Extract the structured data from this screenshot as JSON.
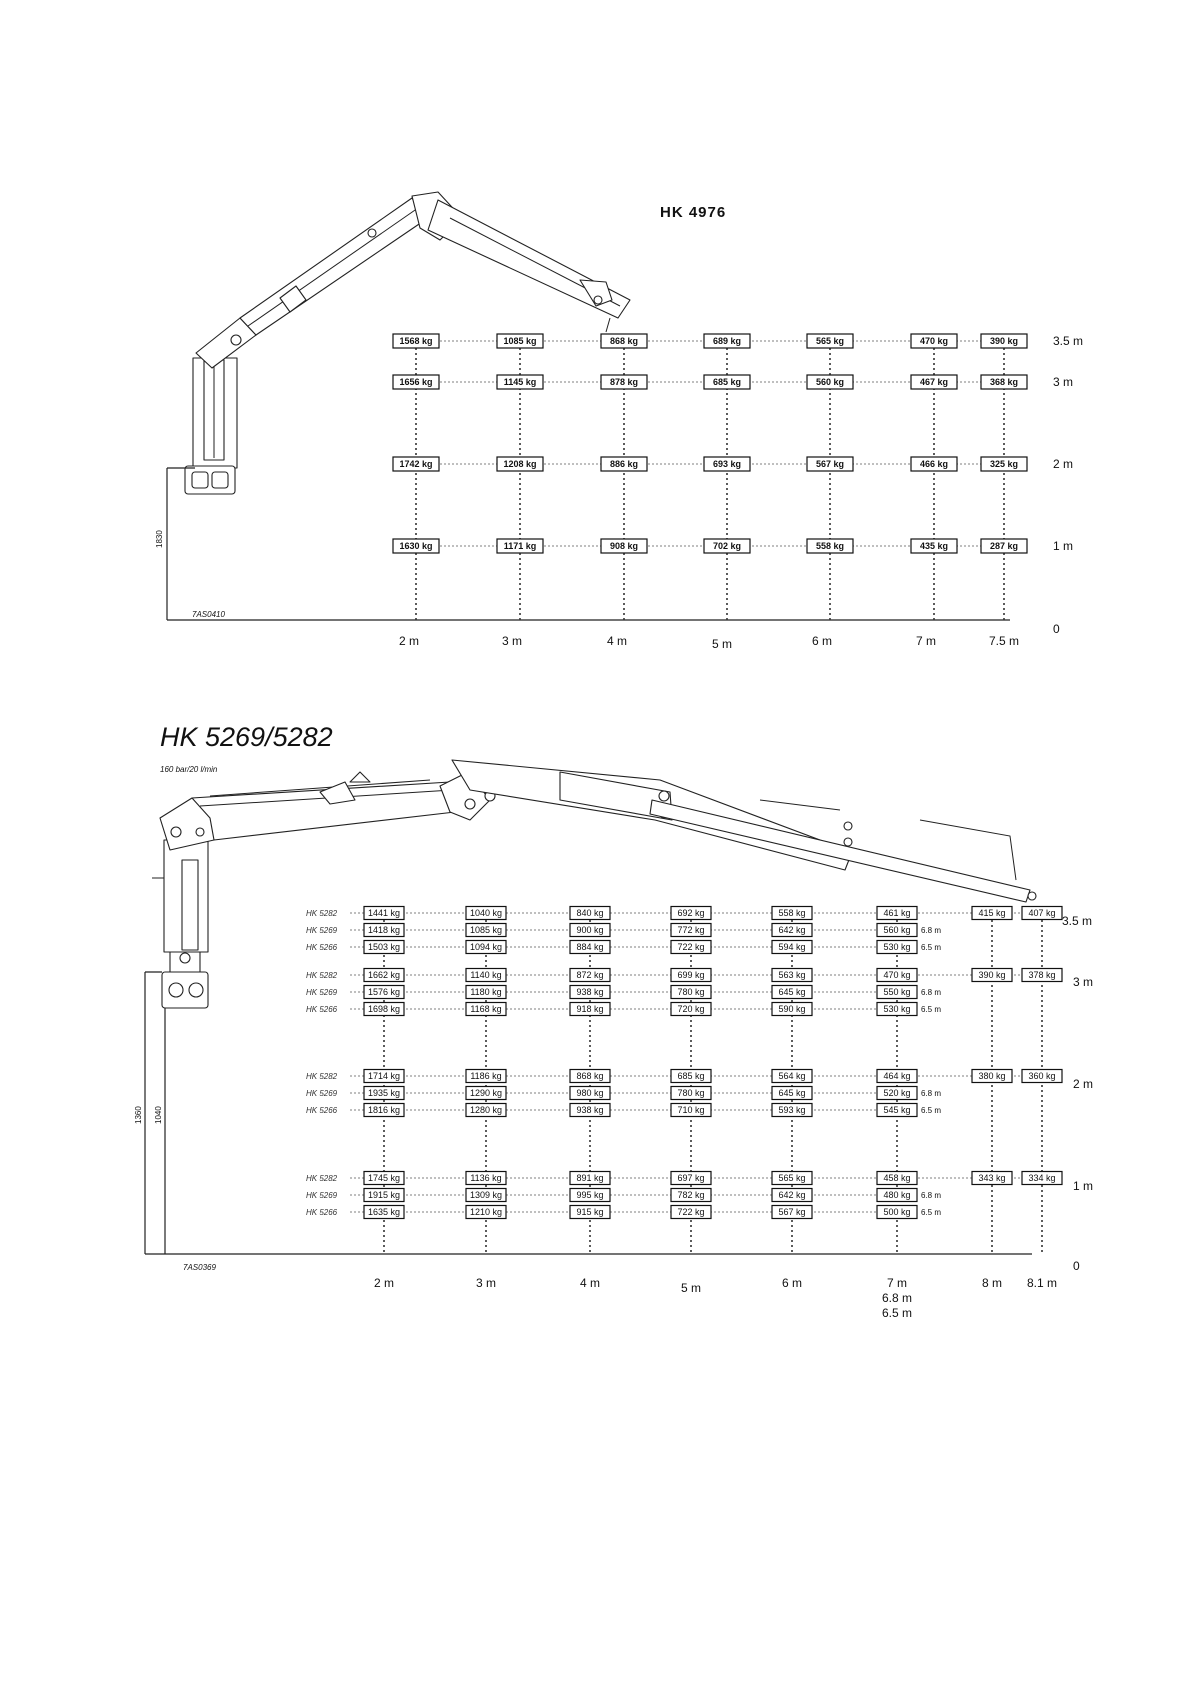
{
  "chart1": {
    "title": "HK  4976",
    "drawing_code": "7AS0410",
    "mast_height": "1830",
    "x_labels": [
      "2 m",
      "3 m",
      "4 m",
      "5 m",
      "6 m",
      "7 m",
      "7.5 m"
    ],
    "y_labels": [
      "3.5 m",
      "3 m",
      "2 m",
      "1 m",
      "0"
    ],
    "rows": [
      {
        "height": "3.5 m",
        "values": [
          "1568 kg",
          "1085 kg",
          "868 kg",
          "689 kg",
          "565 kg",
          "470 kg",
          "390 kg"
        ]
      },
      {
        "height": "3 m",
        "values": [
          "1656 kg",
          "1145 kg",
          "878 kg",
          "685 kg",
          "560 kg",
          "467 kg",
          "368 kg"
        ]
      },
      {
        "height": "2 m",
        "values": [
          "1742 kg",
          "1208 kg",
          "886 kg",
          "693 kg",
          "567 kg",
          "466 kg",
          "325 kg"
        ]
      },
      {
        "height": "1 m",
        "values": [
          "1630 kg",
          "1171 kg",
          "908 kg",
          "702 kg",
          "558 kg",
          "435 kg",
          "287 kg"
        ]
      }
    ]
  },
  "chart2": {
    "title": "HK 5269/5282",
    "subtitle": "160 bar/20 l/min",
    "drawing_code": "7AS0369",
    "dim_outer": "1360",
    "dim_inner": "1040",
    "x_labels": [
      "2 m",
      "3 m",
      "4 m",
      "5 m",
      "6 m",
      "7 m",
      "8 m",
      "8.1 m"
    ],
    "x_labels_extra": [
      "6.8 m",
      "6.5 m"
    ],
    "y_labels": [
      "3.5 m",
      "3 m",
      "2 m",
      "1 m",
      "0"
    ],
    "models": [
      "HK 5282",
      "HK 5269",
      "HK 5266"
    ],
    "groups": [
      {
        "height": "3.5 m",
        "rows": [
          {
            "model": "HK 5282",
            "values": [
              "1441 kg",
              "1040 kg",
              "840 kg",
              "692 kg",
              "558 kg",
              "461 kg",
              "415 kg",
              "407 kg"
            ],
            "ext": ""
          },
          {
            "model": "HK 5269",
            "values": [
              "1418 kg",
              "1085 kg",
              "900 kg",
              "772 kg",
              "642 kg",
              "560 kg"
            ],
            "ext": "6.8 m"
          },
          {
            "model": "HK 5266",
            "values": [
              "1503 kg",
              "1094 kg",
              "884 kg",
              "722 kg",
              "594 kg",
              "530 kg"
            ],
            "ext": "6.5 m"
          }
        ]
      },
      {
        "height": "3 m",
        "rows": [
          {
            "model": "HK 5282",
            "values": [
              "1662 kg",
              "1140 kg",
              "872 kg",
              "699 kg",
              "563 kg",
              "470 kg",
              "390 kg",
              "378 kg"
            ],
            "ext": ""
          },
          {
            "model": "HK 5269",
            "values": [
              "1576 kg",
              "1180 kg",
              "938 kg",
              "780 kg",
              "645 kg",
              "550 kg"
            ],
            "ext": "6.8 m"
          },
          {
            "model": "HK 5266",
            "values": [
              "1698 kg",
              "1168 kg",
              "918 kg",
              "720 kg",
              "590 kg",
              "530 kg"
            ],
            "ext": "6.5 m"
          }
        ]
      },
      {
        "height": "2 m",
        "rows": [
          {
            "model": "HK 5282",
            "values": [
              "1714 kg",
              "1186 kg",
              "868 kg",
              "685 kg",
              "564 kg",
              "464 kg",
              "380 kg",
              "360 kg"
            ],
            "ext": ""
          },
          {
            "model": "HK 5269",
            "values": [
              "1935 kg",
              "1290 kg",
              "980 kg",
              "780 kg",
              "645 kg",
              "520 kg"
            ],
            "ext": "6.8 m"
          },
          {
            "model": "HK 5266",
            "values": [
              "1816 kg",
              "1280 kg",
              "938 kg",
              "710 kg",
              "593 kg",
              "545 kg"
            ],
            "ext": "6.5 m"
          }
        ]
      },
      {
        "height": "1 m",
        "rows": [
          {
            "model": "HK 5282",
            "values": [
              "1745 kg",
              "1136 kg",
              "891 kg",
              "697 kg",
              "565 kg",
              "458 kg",
              "343 kg",
              "334 kg"
            ],
            "ext": ""
          },
          {
            "model": "HK 5269",
            "values": [
              "1915 kg",
              "1309 kg",
              "995 kg",
              "782 kg",
              "642 kg",
              "480 kg"
            ],
            "ext": "6.8 m"
          },
          {
            "model": "HK 5266",
            "values": [
              "1635 kg",
              "1210 kg",
              "915 kg",
              "722 kg",
              "567 kg",
              "500 kg"
            ],
            "ext": "6.5 m"
          }
        ]
      }
    ]
  }
}
